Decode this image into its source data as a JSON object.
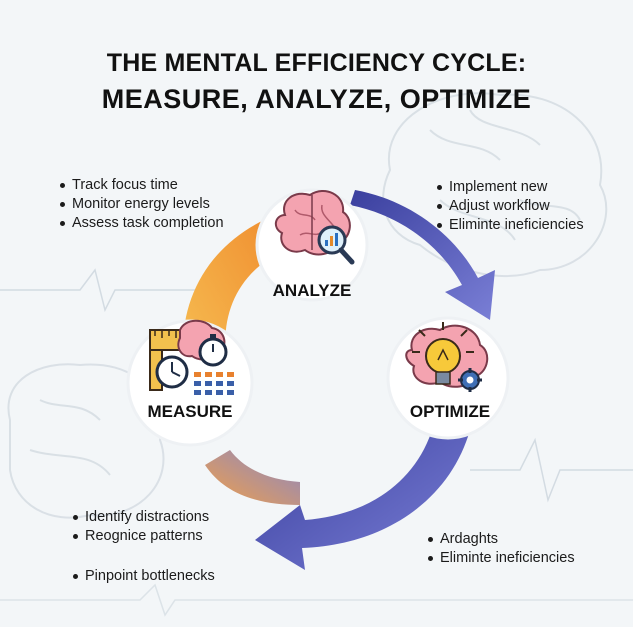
{
  "title": {
    "line1": "THE MENTAL EFFICIENCY CYCLE:",
    "line2": "MEASURE, ANALYZE, OPTIMIZE"
  },
  "nodes": {
    "analyze": {
      "label": "ANALYZE",
      "icon": "brain-magnifier-icon"
    },
    "measure": {
      "label": "MEASURE",
      "icon": "brain-stopwatch-icon"
    },
    "optimize": {
      "label": "OPTIMIZE",
      "icon": "brain-lightbulb-icon"
    }
  },
  "bullets": {
    "top_left": [
      "Track focus time",
      "Monitor energy levels",
      "Assess task completion"
    ],
    "top_right": [
      "Implement new",
      "Adjust workflow",
      "Eliminte ineficiencies"
    ],
    "bottom_left": [
      "Identify distractions",
      "Reognice patterns"
    ],
    "bottom_left_extra": [
      "Pinpoint bottlenecks"
    ],
    "bottom_right": [
      "Ardaghts",
      "Eliminte ineficiencies"
    ]
  },
  "colors": {
    "arrow_orange": "#f2a23a",
    "arrow_purple": "#4b4fb0",
    "background": "#f3f6f8"
  }
}
